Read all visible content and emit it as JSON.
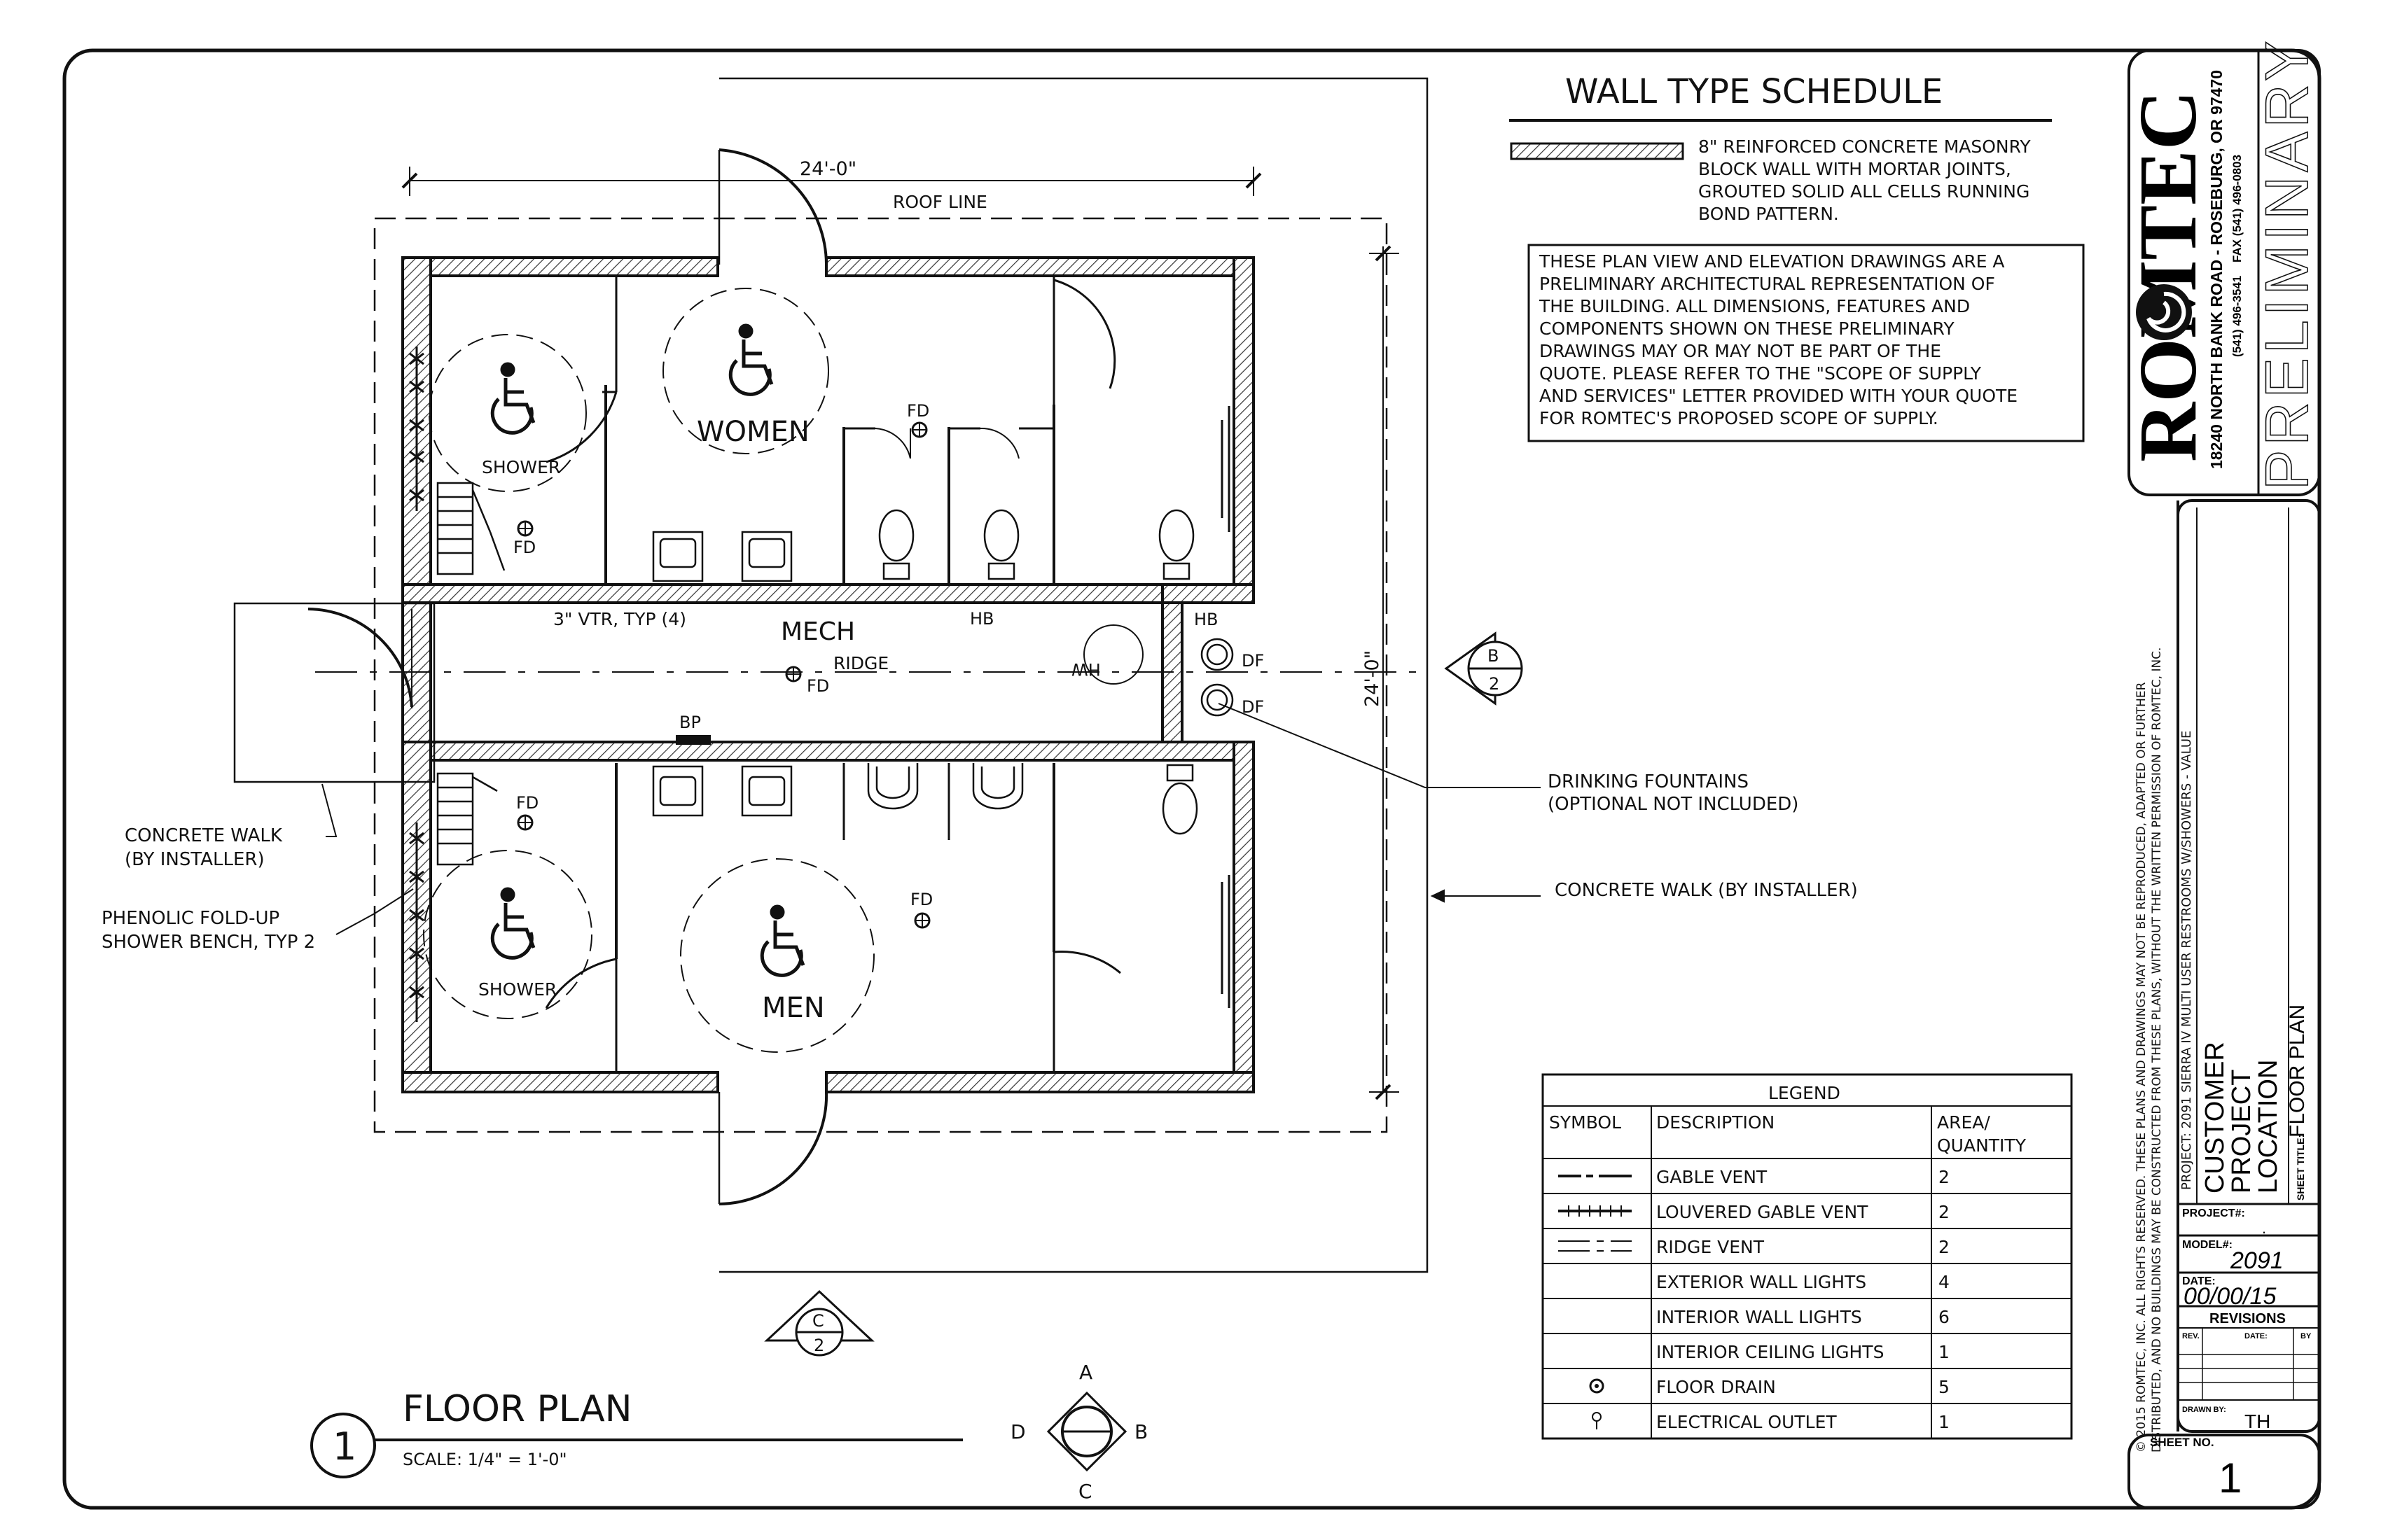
{
  "wall_schedule": {
    "title": "WALL TYPE SCHEDULE",
    "desc": [
      "8\" REINFORCED CONCRETE MASONRY",
      "BLOCK WALL WITH MORTAR JOINTS,",
      "GROUTED SOLID ALL CELLS RUNNING",
      "BOND PATTERN."
    ]
  },
  "disclaimer": [
    "THESE PLAN VIEW AND ELEVATION DRAWINGS ARE A",
    "PRELIMINARY ARCHITECTURAL REPRESENTATION OF",
    "THE BUILDING. ALL DIMENSIONS, FEATURES AND",
    "COMPONENTS SHOWN ON THESE PRELIMINARY",
    "DRAWINGS MAY OR MAY NOT BE PART OF THE",
    "QUOTE. PLEASE REFER TO THE \"SCOPE OF SUPPLY",
    "AND SERVICES\" LETTER PROVIDED WITH YOUR QUOTE",
    "FOR ROMTEC'S PROPOSED SCOPE OF SUPPLY."
  ],
  "plan": {
    "dim_top": "24'-0\"",
    "dim_right": "24'-0\"",
    "roof_line": "ROOF LINE",
    "women": "WOMEN",
    "men": "MEN",
    "mech": "MECH",
    "ridge": "RIDGE",
    "shower": "SHOWER",
    "fd": "FD",
    "hb": "HB",
    "df": "DF",
    "bp": "BP",
    "wh": "WH",
    "vtr": "3\" VTR, TYP (4)",
    "callouts": {
      "concrete_walk_1": "CONCRETE WALK",
      "concrete_walk_2": "(BY INSTALLER)",
      "bench_1": "PHENOLIC FOLD-UP",
      "bench_2": "SHOWER BENCH, TYP 2",
      "fountains_1": "DRINKING FOUNTAINS",
      "fountains_2": "(OPTIONAL NOT INCLUDED)",
      "walk_right": "CONCRETE WALK (BY INSTALLER)"
    },
    "markers": {
      "b_letter": "B",
      "b_num": "2",
      "c_letter": "C",
      "c_num": "2",
      "compass": {
        "a": "A",
        "b": "B",
        "c": "C",
        "d": "D"
      }
    }
  },
  "plan_title": {
    "number": "1",
    "title": "FLOOR PLAN",
    "scale": "SCALE: 1/4\" = 1'-0\""
  },
  "legend": {
    "title": "LEGEND",
    "headers": [
      "SYMBOL",
      "DESCRIPTION",
      "AREA/",
      "QUANTITY"
    ],
    "rows": [
      {
        "symbol": "gable-vent",
        "desc": "GABLE VENT",
        "qty": "2"
      },
      {
        "symbol": "louvered-gable-vent",
        "desc": "LOUVERED GABLE VENT",
        "qty": "2"
      },
      {
        "symbol": "ridge-vent",
        "desc": "RIDGE VENT",
        "qty": "2"
      },
      {
        "symbol": "",
        "desc": "EXTERIOR WALL LIGHTS",
        "qty": "4"
      },
      {
        "symbol": "",
        "desc": "INTERIOR WALL LIGHTS",
        "qty": "6"
      },
      {
        "symbol": "",
        "desc": "INTERIOR CEILING LIGHTS",
        "qty": "1"
      },
      {
        "symbol": "floor-drain",
        "desc": "FLOOR DRAIN",
        "qty": "5"
      },
      {
        "symbol": "electrical-outlet",
        "desc": "ELECTRICAL OUTLET",
        "qty": "1"
      }
    ]
  },
  "title_block": {
    "company": "ROMTEC",
    "address": "18240 NORTH BANK ROAD - ROSEBURG, OR 97470",
    "phone": "(541) 496-3541",
    "fax": "FAX (541) 496-0803",
    "stamp": "PRELIMINARY",
    "copyright_1": "© 2015 ROMTEC, INC. ALL RIGHTS RESERVED. THESE PLANS AND DRAWINGS MAY NOT BE REPRODUCED, ADAPTED OR FURTHER",
    "copyright_2": "DISTRIBUTED, AND NO BUILDINGS MAY BE CONSTRUCTED FROM THESE PLANS, WITHOUT THE WRITTEN PERMISSION OF ROMTEC, INC.",
    "project_line": "PROJECT: 2091 SIERRA IV MULTI USER RESTROOMS W/SHOWERS - VALUE",
    "customer": "CUSTOMER",
    "project": "PROJECT",
    "location": "LOCATION",
    "sheet_title_label": "SHEET TITLE:",
    "sheet_title": "FLOOR PLAN",
    "project_no_label": "PROJECT#:",
    "project_no": ".",
    "model_label": "MODEL#:",
    "model": "2091",
    "date_label": "DATE:",
    "date": "00/00/15",
    "revisions_label": "REVISIONS",
    "rev_cols": [
      "REV.",
      "DATE:",
      "BY"
    ],
    "drawn_by_label": "DRAWN BY:",
    "drawn_by": "TH",
    "sheet_no_label": "SHEET NO.",
    "sheet_no": "1"
  }
}
